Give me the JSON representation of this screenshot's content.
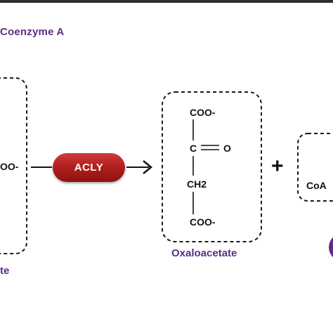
{
  "heading": "Coenzyme A",
  "enzyme": {
    "label": "ACLY"
  },
  "left_molecule": {
    "fragment": "OO-",
    "caption_fragment": "te"
  },
  "oxaloacetate": {
    "top": "COO-",
    "carbonyl_c": "C",
    "carbonyl_o": "O",
    "ch2": "CH2",
    "bottom": "COO-",
    "caption": "Oxaloacetate"
  },
  "plus_sign": "+",
  "right_molecule": {
    "fragment": "CoA"
  },
  "colors": {
    "accent_purple": "#5b2d86",
    "enzyme_red": "#b31f1f",
    "text": "#111111"
  }
}
